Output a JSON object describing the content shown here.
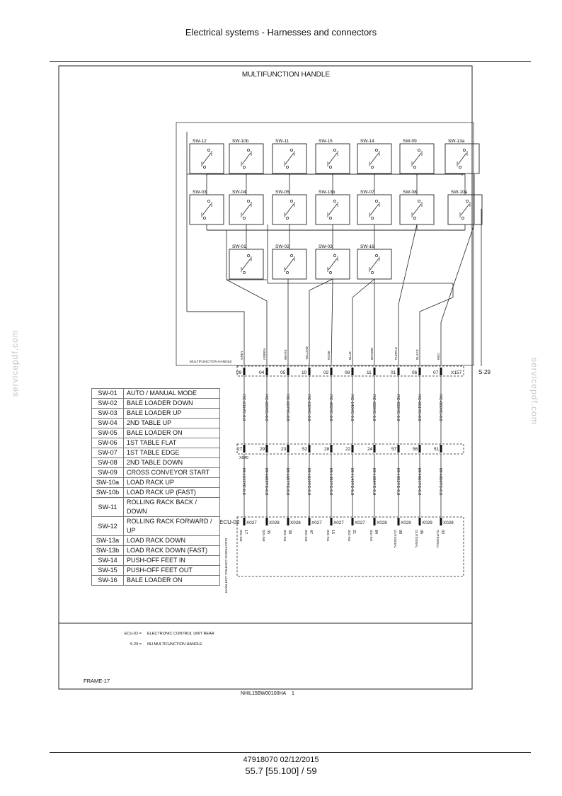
{
  "header": {
    "title": "Electrical systems - Harnesses and connectors"
  },
  "diagram": {
    "title": "MULTIFUNCTION HANDLE",
    "switch_row1": [
      "SW-12",
      "SW-10b",
      "SW-11",
      "SW-15",
      "SW-14",
      "SW-09",
      "SW-13a"
    ],
    "switch_row2": [
      "SW-03",
      "SW-04",
      "SW-05",
      "SW-13b",
      "SW-07",
      "SW-08",
      "SW-10a"
    ],
    "switch_row3": [
      "SW-01",
      "SW-02",
      "SW-03",
      "SW-16"
    ],
    "handle_label": "MULTIFUNCTION HANDLE",
    "wire_colors": [
      "GREY",
      "GREEN",
      "WHITE",
      "YELLOW",
      "ROSE",
      "BLUE",
      "BROWN",
      "PURPLE",
      "BLACK",
      "RED"
    ],
    "s29_pins": [
      "09",
      "04",
      "05",
      "10",
      "02",
      "08",
      "11",
      "01",
      "06",
      "07"
    ],
    "s29_connector": "X157",
    "s29_label": "S-29",
    "rc_wires": [
      "RC-611YE-0.8",
      "RC-609YE-0.8",
      "RC-607YE-0.8",
      "RC-610YE-0.8",
      "RC-492YE-0.8",
      "RC-149YE-0.8",
      "RC-608YE-0.8",
      "RC-092YE-0.8",
      "RC-061YE-0.8",
      "RC-060YE-0.8"
    ],
    "x040_pins": [
      "27",
      "29",
      "23",
      "52",
      "28",
      "22",
      "24",
      "57",
      "56",
      "51"
    ],
    "x040_label": "X040",
    "mh_wires": [
      "MH-611YE-0.8",
      "MH-609YE-0.8",
      "MH-607YE-0.8",
      "MH-610YE-0.8",
      "MH-492YE-0.8",
      "MH-149YE-0.8",
      "MH-608YE-0.8",
      "MH-092YE-0.8",
      "MH-061YE-0.8",
      "MH-060YE-0.8"
    ],
    "ecu_label": "ECU-02",
    "ecu_connectors": [
      "X027",
      "X028",
      "X028",
      "X027",
      "X027",
      "X027",
      "X028",
      "X029",
      "X029",
      "X028"
    ],
    "ecu_signals": [
      "DIG-IN0",
      "DIG-IN8",
      "DIG-IN6",
      "DIG-IN9",
      "DIG-IN1",
      "DIG-IN2",
      "DIG-IN7",
      "OUTSIGNAL",
      "OUTSIGNAL",
      "OUTSIGNAL"
    ],
    "ecu_pins": [
      "17",
      "35",
      "39",
      "47",
      "15",
      "21",
      "84",
      "08",
      "06",
      "03"
    ],
    "ecu_side_label": "ELECTRONIC CONTROL UNIT REAR",
    "notes": [
      {
        "code": "ECU-02 =",
        "text": "ELECTRONIC CONTROL UNIT REAR"
      },
      {
        "code": "S-29 =",
        "text": "NH MULTIFUNCTION HANDLE"
      }
    ],
    "frame": "FRAME-17",
    "reference": "NHIL15BW00100HA",
    "reference_num": "1"
  },
  "legend": [
    {
      "code": "SW-01",
      "desc": "AUTO / MANUAL MODE"
    },
    {
      "code": "SW-02",
      "desc": "BALE LOADER DOWN"
    },
    {
      "code": "SW-03",
      "desc": "BALE LOADER UP"
    },
    {
      "code": "SW-04",
      "desc": "2ND TABLE UP"
    },
    {
      "code": "SW-05",
      "desc": "BALE LOADER ON"
    },
    {
      "code": "SW-06",
      "desc": "1ST TABLE FLAT"
    },
    {
      "code": "SW-07",
      "desc": "1ST TABLE EDGE"
    },
    {
      "code": "SW-08",
      "desc": "2ND TABLE DOWN"
    },
    {
      "code": "SW-09",
      "desc": "CROSS CONVEYOR START"
    },
    {
      "code": "SW-10a",
      "desc": "LOAD RACK UP"
    },
    {
      "code": "SW-10b",
      "desc": "LOAD RACK UP (FAST)"
    },
    {
      "code": "SW-11",
      "desc": "ROLLING RACK BACK / DOWN"
    },
    {
      "code": "SW-12",
      "desc": "ROLLING RACK FORWARD / UP"
    },
    {
      "code": "SW-13a",
      "desc": "LOAD RACK DOWN"
    },
    {
      "code": "SW-13b",
      "desc": "LOAD RACK DOWN (FAST)"
    },
    {
      "code": "SW-14",
      "desc": "PUSH-OFF FEET IN"
    },
    {
      "code": "SW-15",
      "desc": "PUSH-OFF FEET OUT"
    },
    {
      "code": "SW-16",
      "desc": "BALE LOADER ON"
    }
  ],
  "footer": {
    "doc_number": "47918070 02/12/2015",
    "page": "55.7 [55.100] / 59"
  },
  "watermark": "servicepdf.com"
}
